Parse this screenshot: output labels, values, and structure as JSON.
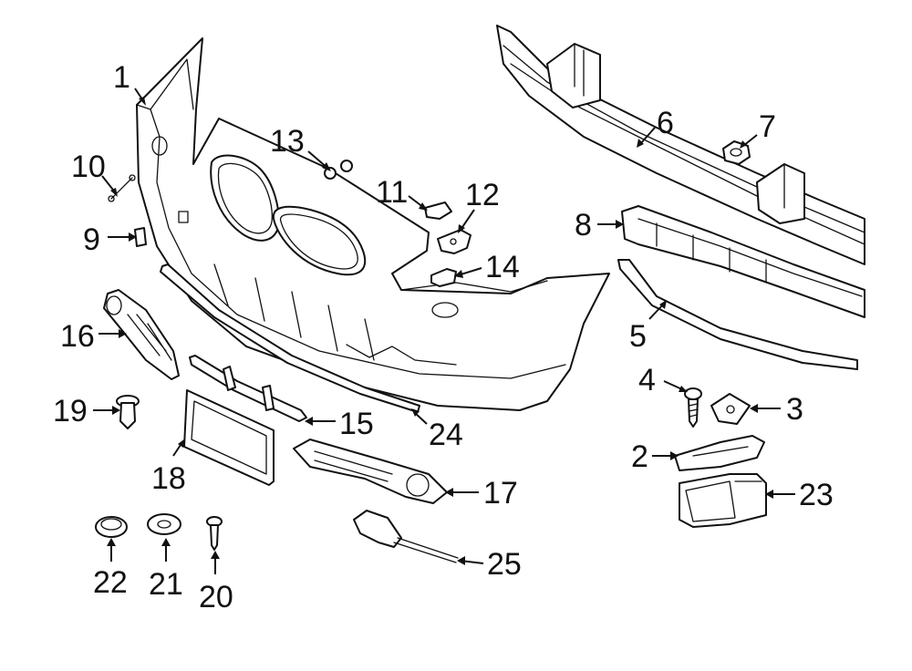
{
  "diagram": {
    "callouts": [
      {
        "id": "1",
        "text": "1"
      },
      {
        "id": "2",
        "text": "2"
      },
      {
        "id": "3",
        "text": "3"
      },
      {
        "id": "4",
        "text": "4"
      },
      {
        "id": "5",
        "text": "5"
      },
      {
        "id": "6",
        "text": "6"
      },
      {
        "id": "7",
        "text": "7"
      },
      {
        "id": "8",
        "text": "8"
      },
      {
        "id": "9",
        "text": "9"
      },
      {
        "id": "10",
        "text": "10"
      },
      {
        "id": "11",
        "text": "11"
      },
      {
        "id": "12",
        "text": "12"
      },
      {
        "id": "13",
        "text": "13"
      },
      {
        "id": "14",
        "text": "14"
      },
      {
        "id": "15",
        "text": "15"
      },
      {
        "id": "16",
        "text": "16"
      },
      {
        "id": "17",
        "text": "17"
      },
      {
        "id": "18",
        "text": "18"
      },
      {
        "id": "19",
        "text": "19"
      },
      {
        "id": "20",
        "text": "20"
      },
      {
        "id": "21",
        "text": "21"
      },
      {
        "id": "22",
        "text": "22"
      },
      {
        "id": "23",
        "text": "23"
      },
      {
        "id": "24",
        "text": "24"
      },
      {
        "id": "25",
        "text": "25"
      }
    ]
  }
}
